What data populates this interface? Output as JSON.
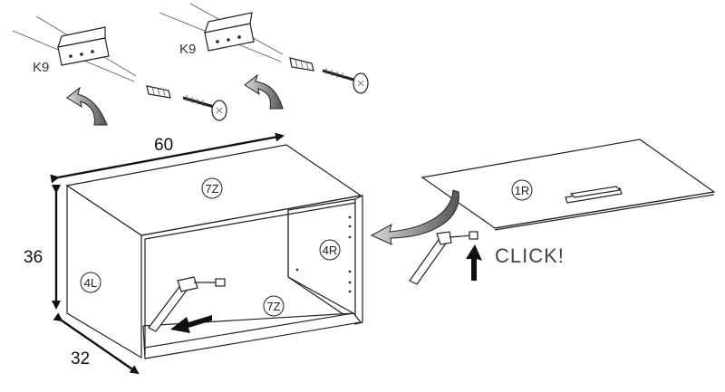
{
  "dimensions": {
    "width": "60",
    "height": "36",
    "depth": "32"
  },
  "parts": {
    "top": "7Z",
    "bottom": "7Z",
    "left": "4L",
    "right": "4R",
    "door": "1R"
  },
  "bracket_labels": [
    "K9",
    "K9"
  ],
  "click_text": "CLICK!",
  "icons": [
    "curved-arrow-icon",
    "screw-icon",
    "dowel-icon",
    "hinge-icon",
    "handle-icon"
  ]
}
